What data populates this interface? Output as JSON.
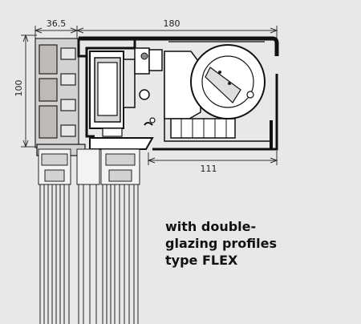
{
  "dimensions": {
    "profile_width": "36.5",
    "drive_width": "180",
    "height": "100",
    "cover_width": "111"
  },
  "caption": {
    "line1": "with double-",
    "line2": "glazing profiles",
    "line3": "type FLEX"
  }
}
